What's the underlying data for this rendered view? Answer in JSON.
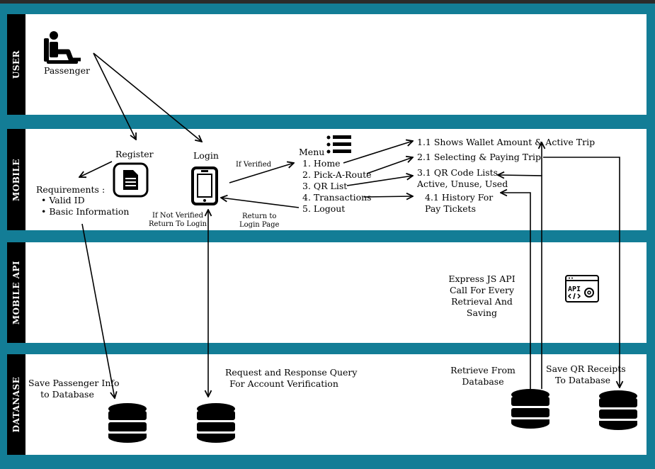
{
  "lanes": {
    "user": "USER",
    "mobile": "MOBILE",
    "mobile_api": "MOBILE API",
    "database": "DATANASE"
  },
  "user": {
    "passenger": "Passenger"
  },
  "mobile": {
    "register": "Register",
    "login": "Login",
    "requirements_title": "Requirements :",
    "requirements": [
      "Valid ID",
      "Basic Information"
    ],
    "if_verified": "If Verified",
    "if_not_verified": [
      "If Not Verified",
      "Return To Login"
    ],
    "return_to_login": [
      "Return to",
      "Login Page"
    ],
    "menu_title": "Menu",
    "menu_items": [
      "1. Home",
      "2. Pick-A-Route",
      "3. QR List",
      "4. Transactions",
      "5. Logout"
    ],
    "features": {
      "f1": "1.1 Shows Wallet Amount & Active Trip",
      "f2": "2.1 Selecting & Paying Trip",
      "f3": [
        "3.1 QR Code Lists",
        "Active, Unuse, Used"
      ],
      "f4": [
        "4.1 History For",
        "Pay Tickets"
      ]
    }
  },
  "mobile_api": {
    "description": [
      "Express JS API",
      "Call For Every",
      "Retrieval And",
      "Saving"
    ],
    "api_icon_text": "API"
  },
  "database": {
    "save_passenger": [
      "Save Passenger Info",
      "to Database"
    ],
    "verify_query": [
      "Request and Response Query",
      "For Account Verification"
    ],
    "retrieve": [
      "Retrieve From",
      "Database"
    ],
    "save_qr": [
      "Save QR Receipts",
      "To Database"
    ]
  }
}
